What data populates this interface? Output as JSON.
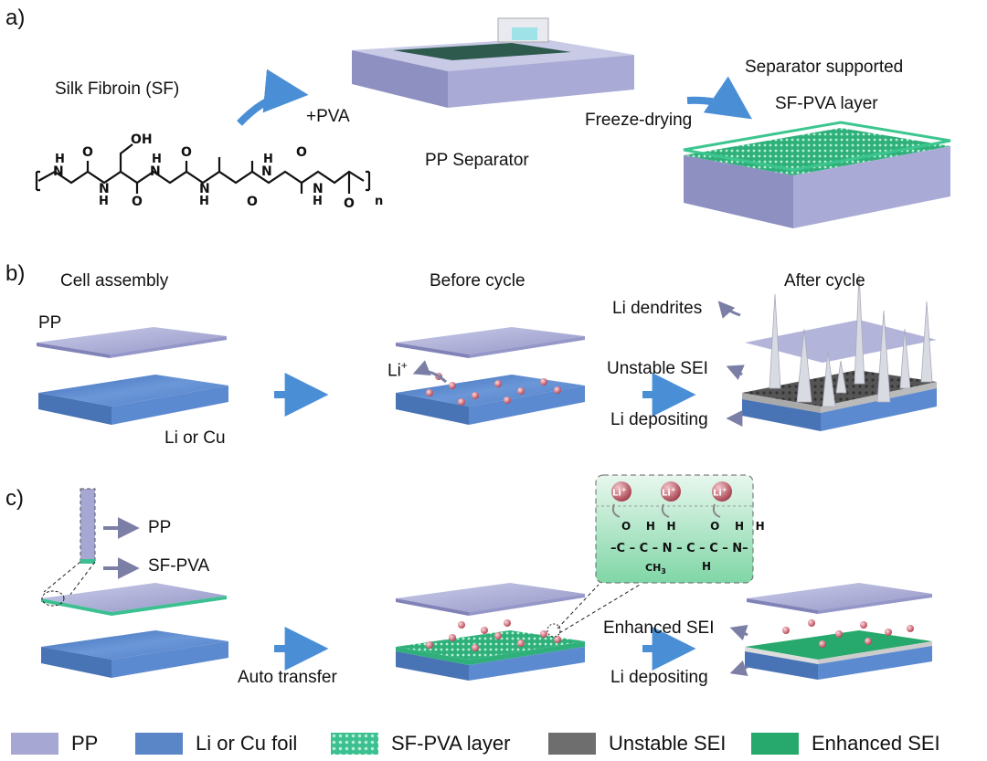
{
  "panels": {
    "a": "a)",
    "b": "b)",
    "c": "c)"
  },
  "labels": {
    "silk_fibroin": "Silk Fibroin (SF)",
    "pva": "+PVA",
    "pp_separator": "PP Separator",
    "freeze_drying": "Freeze-drying",
    "supported_line1": "Separator supported",
    "supported_line2": "SF-PVA layer",
    "cell_assembly": "Cell assembly",
    "before_cycle": "Before cycle",
    "after_cycle": "After cycle",
    "pp": "PP",
    "li_or_cu": "Li or Cu",
    "li_plus": "Li",
    "li_dendrites": "Li dendrites",
    "unstable_sei": "Unstable SEI",
    "li_depositing": "Li depositing",
    "pp_c": "PP",
    "sf_pva": "SF-PVA",
    "auto_transfer": "Auto transfer",
    "enhanced_sei": "Enhanced SEI",
    "li_depositing_c": "Li depositing"
  },
  "molecule": {
    "oh": "OH",
    "h": "H",
    "n": "N",
    "o": "O",
    "n_sub": "n"
  },
  "inset": {
    "ion": "Li",
    "top_row": "O    H   H         O    H   H",
    "chain": "–C – C – N – C – C – N–",
    "ch3": "CH",
    "h_low": "H"
  },
  "legend": [
    {
      "label": "PP",
      "color": "#a6a7d3"
    },
    {
      "label": "Li or Cu foil",
      "color": "#5a86c8"
    },
    {
      "label": "SF-PVA layer",
      "color": "#3cbf91"
    },
    {
      "label": "Unstable SEI",
      "color": "#6e6e6e"
    },
    {
      "label": "Enhanced SEI",
      "color": "#27a86c"
    }
  ],
  "colors": {
    "pp": "#a6a7d3",
    "foil": "#5a86c8",
    "sfpva": "#3cbf91",
    "unstable": "#6e6e6e",
    "enhanced": "#27a86c",
    "arrow": "#4a8fd6"
  }
}
